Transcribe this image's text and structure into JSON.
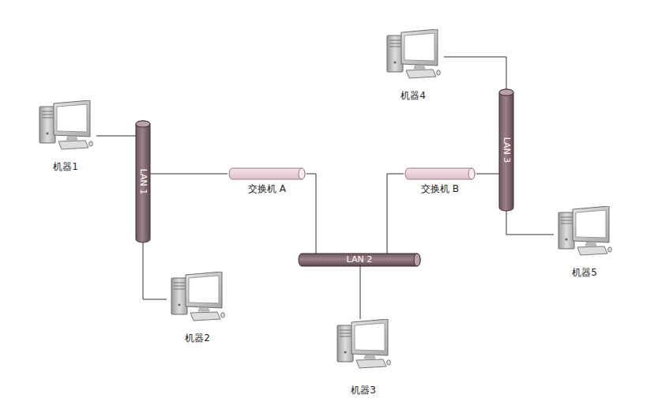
{
  "diagram": {
    "nodes": [
      {
        "text": [
          "机器4"
        ]
      },
      {
        "text": [
          "机器1"
        ]
      },
      {
        "text": [
          "LAN 1"
        ]
      },
      {
        "text": [
          "LAN 3"
        ]
      },
      {
        "text": [
          "交换机 A"
        ]
      },
      {
        "text": [
          "交换机 B"
        ]
      },
      {
        "text": [
          "LAN 2"
        ]
      },
      {
        "text": [
          "机器5"
        ]
      },
      {
        "text": [
          "机器2"
        ]
      },
      {
        "text": [
          "机器3"
        ]
      }
    ],
    "edges": [
      {
        "from": 1,
        "to": 2,
        "arrow": "none"
      },
      {
        "from": 2,
        "to": 8,
        "arrow": "none"
      },
      {
        "from": 2,
        "to": 4,
        "arrow": "none"
      },
      {
        "from": 4,
        "to": 6,
        "arrow": "none"
      },
      {
        "from": 6,
        "to": 9,
        "arrow": "none"
      },
      {
        "from": 6,
        "to": 5,
        "arrow": "none"
      },
      {
        "from": 5,
        "to": 3,
        "arrow": "none"
      },
      {
        "from": 0,
        "to": 3,
        "arrow": "none"
      },
      {
        "from": 3,
        "to": 7,
        "arrow": "none"
      }
    ]
  }
}
